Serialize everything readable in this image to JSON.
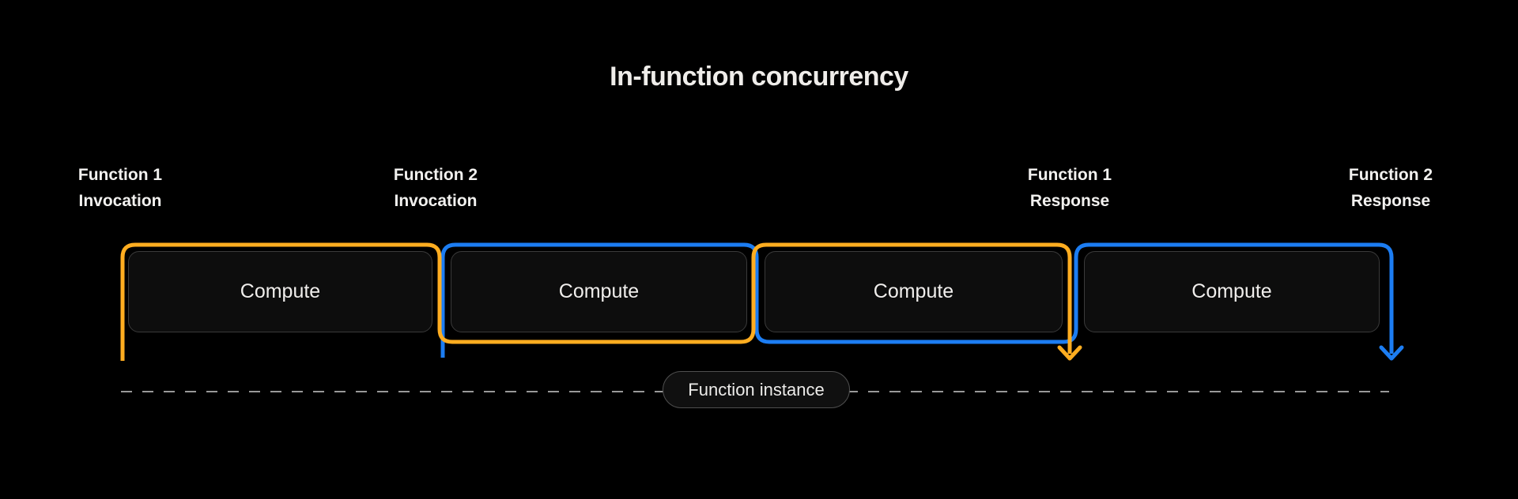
{
  "title": "In-function concurrency",
  "colors": {
    "background": "#000000",
    "function1_accent": "#FFAD20",
    "function2_accent": "#1C7DF2",
    "dashed_line": "#999999"
  },
  "timeline_labels": [
    {
      "line1": "Function 1",
      "line2": "Invocation"
    },
    {
      "line1": "Function 2",
      "line2": "Invocation"
    },
    {
      "line1": "Function 1",
      "line2": "Response"
    },
    {
      "line1": "Function 2",
      "line2": "Response"
    }
  ],
  "compute_boxes": [
    {
      "label": "Compute"
    },
    {
      "label": "Compute"
    },
    {
      "label": "Compute"
    },
    {
      "label": "Compute"
    }
  ],
  "function_instance_badge": {
    "label": "Function instance"
  }
}
